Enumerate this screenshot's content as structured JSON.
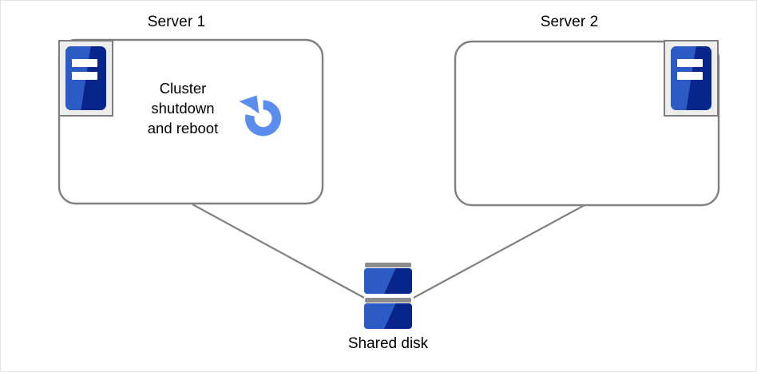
{
  "diagram": {
    "type": "cluster-topology",
    "background_color": "#ffffff",
    "border_color": "#e3e3e3",
    "line_color": "#808080",
    "accent_blue": "#2d5bc4",
    "accent_navy": "#08258c",
    "reboot_icon_color": "#5b8def",
    "icon_frame_fill": "#ededed",
    "icon_frame_border": "#7d7d7d",
    "disk_cap_color": "#8c8c8c"
  },
  "nodes": {
    "server1": {
      "title": "Server 1",
      "icon_name": "server-machine-icon",
      "icon_position": "top-left",
      "annotation_lines": [
        "Cluster",
        "shutdown",
        "and reboot"
      ],
      "annotation_text": "Cluster shutdown and reboot",
      "status_icon_name": "reboot-refresh-icon"
    },
    "server2": {
      "title": "Server 2",
      "icon_name": "server-machine-icon",
      "icon_position": "top-right",
      "annotation_lines": [],
      "annotation_text": "",
      "status_icon_name": ""
    },
    "shared_disk": {
      "title": "Shared disk",
      "icon_name": "disk-stack-icon",
      "unit_count": 2
    }
  },
  "connections": [
    {
      "from": "server1",
      "to": "shared_disk",
      "style": "solid"
    },
    {
      "from": "server2",
      "to": "shared_disk",
      "style": "solid"
    }
  ]
}
